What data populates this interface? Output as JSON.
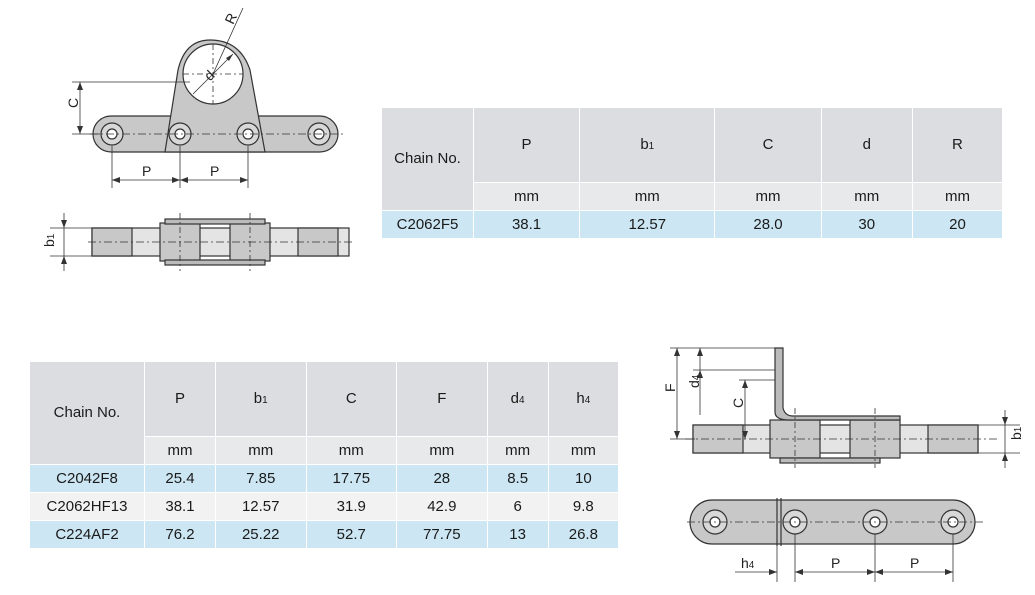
{
  "table1": {
    "chain_header": "Chain No.",
    "columns": [
      "P",
      "b1",
      "C",
      "d",
      "R"
    ],
    "units": [
      "mm",
      "mm",
      "mm",
      "mm",
      "mm"
    ],
    "rows": [
      {
        "chain": "C2062F5",
        "values": [
          "38.1",
          "12.57",
          "28.0",
          "30",
          "20"
        ]
      }
    ]
  },
  "table2": {
    "chain_header": "Chain No.",
    "columns": [
      "P",
      "b1",
      "C",
      "F",
      "d4",
      "h4"
    ],
    "units": [
      "mm",
      "mm",
      "mm",
      "mm",
      "mm",
      "mm"
    ],
    "rows": [
      {
        "chain": "C2042F8",
        "values": [
          "25.4",
          "7.85",
          "17.75",
          "28",
          "8.5",
          "10"
        ]
      },
      {
        "chain": "C2062HF13",
        "values": [
          "38.1",
          "12.57",
          "31.9",
          "42.9",
          "6",
          "9.8"
        ]
      },
      {
        "chain": "C224AF2",
        "values": [
          "76.2",
          "25.22",
          "52.7",
          "77.75",
          "13",
          "26.8"
        ]
      }
    ]
  },
  "drawing_labels": {
    "r": "R",
    "d": "d",
    "c": "C",
    "p": "P",
    "b": "b",
    "b_sub": "1",
    "f": "F",
    "d4": "d",
    "d4_sub": "4",
    "h4": "h",
    "h4_sub": "4"
  },
  "colors": {
    "header_bg": "#dcdde0",
    "highlight_row": "#cce6f3",
    "plain_row": "#f2f2f2",
    "part_fill": "#c8c8c8"
  }
}
